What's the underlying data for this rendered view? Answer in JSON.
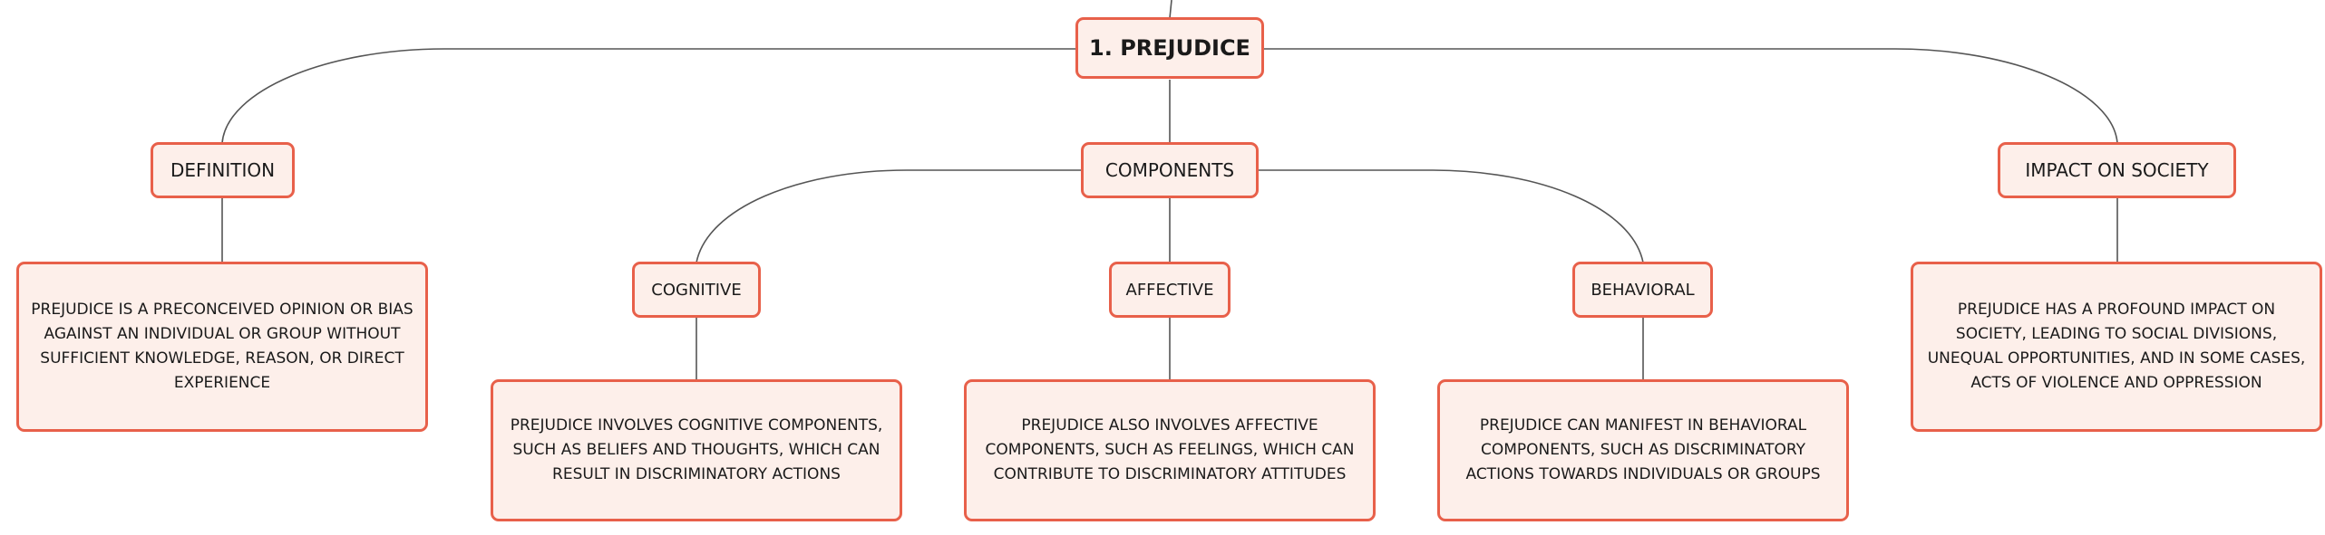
{
  "colors": {
    "node_border": "#e8604a",
    "node_fill": "#fdefea",
    "connector": "#555555",
    "text": "#1a1a1a"
  },
  "root": {
    "label": "1. PREJUDICE"
  },
  "definition": {
    "label": "DEFINITION",
    "text": "PREJUDICE IS A PRECONCEIVED OPINION OR BIAS AGAINST AN INDIVIDUAL OR GROUP WITHOUT SUFFICIENT KNOWLEDGE, REASON, OR DIRECT EXPERIENCE"
  },
  "components": {
    "label": "COMPONENTS",
    "cognitive": {
      "label": "COGNITIVE",
      "text": "PREJUDICE INVOLVES COGNITIVE COMPONENTS, SUCH AS BELIEFS AND THOUGHTS, WHICH CAN RESULT IN DISCRIMINATORY ACTIONS"
    },
    "affective": {
      "label": "AFFECTIVE",
      "text": "PREJUDICE ALSO INVOLVES AFFECTIVE COMPONENTS, SUCH AS FEELINGS, WHICH CAN CONTRIBUTE TO DISCRIMINATORY ATTITUDES"
    },
    "behavioral": {
      "label": "BEHAVIORAL",
      "text": "PREJUDICE CAN MANIFEST IN BEHAVIORAL COMPONENTS, SUCH AS DISCRIMINATORY ACTIONS TOWARDS INDIVIDUALS OR GROUPS"
    }
  },
  "impact": {
    "label": "IMPACT ON SOCIETY",
    "text": "PREJUDICE HAS A PROFOUND IMPACT ON SOCIETY, LEADING TO SOCIAL DIVISIONS, UNEQUAL OPPORTUNITIES, AND IN SOME CASES, ACTS OF VIOLENCE AND OPPRESSION"
  }
}
